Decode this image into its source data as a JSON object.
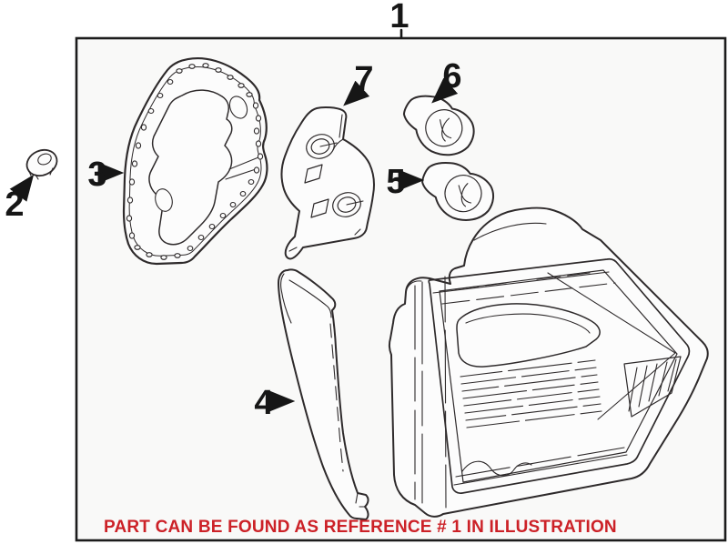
{
  "notice": {
    "text": "PART CAN BE FOUND AS REFERENCE # 1 IN ILLUSTRATION",
    "color": "#cc2127"
  },
  "colors": {
    "line": "#2e2a2b",
    "frame_border": "#1c1c1c",
    "frame_fill": "#f9f9f8",
    "label": "#161616"
  },
  "callouts": [
    {
      "label": "1"
    },
    {
      "label": "2"
    },
    {
      "label": "3"
    },
    {
      "label": "4"
    },
    {
      "label": "5"
    },
    {
      "label": "6"
    },
    {
      "label": "7"
    }
  ]
}
